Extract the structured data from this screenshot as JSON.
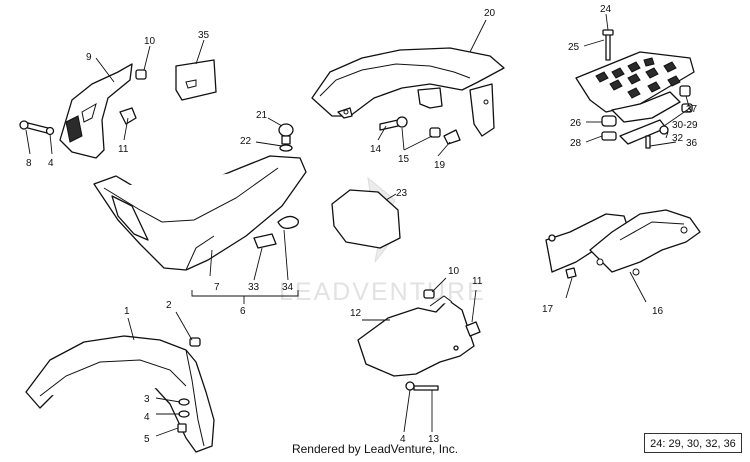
{
  "watermark": "LEADVENTURE",
  "footer": "Rendered by LeadVenture, Inc.",
  "legend": "24: 29, 30, 32, 36",
  "callouts": {
    "c1": "1",
    "c2": "2",
    "c3": "3",
    "c4a": "4",
    "c5": "5",
    "c4b": "4",
    "c6": "6",
    "c7": "7",
    "c8": "8",
    "c9": "9",
    "c10a": "10",
    "c10b": "10",
    "c11a": "11",
    "c11b": "11",
    "c12": "12",
    "c13": "13",
    "c14": "14",
    "c15": "15",
    "c16": "16",
    "c17": "17",
    "c19": "19",
    "c20": "20",
    "c21": "21",
    "c22": "22",
    "c23": "23",
    "c24": "24",
    "c25": "25",
    "c26": "26",
    "c28": "28",
    "c3029": "30-29",
    "c32": "32",
    "c33": "33",
    "c34": "34",
    "c35": "35",
    "c36": "36",
    "c37": "37",
    "c4c": "4"
  }
}
